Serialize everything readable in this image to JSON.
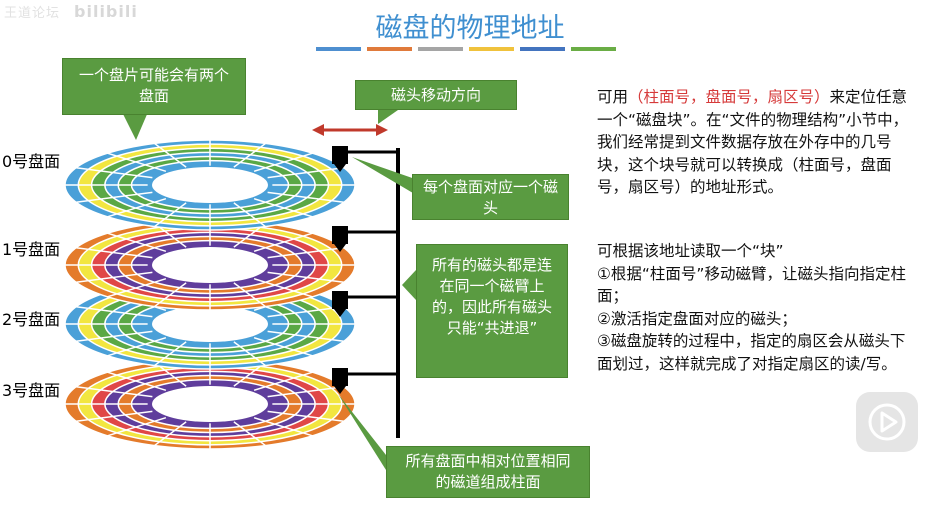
{
  "watermark": {
    "text": "王道论坛",
    "brand": "bilibili"
  },
  "title": "磁盘的物理地址",
  "title_bar_colors": [
    "#4e8fd0",
    "#e07a3b",
    "#a5a5a5",
    "#f0c23c",
    "#4374bf",
    "#6aad45"
  ],
  "callouts": {
    "two_sides": "一个盘片可能会有两个盘面",
    "move_dir": "磁头移动方向",
    "per_side_head": "每个盘面对应一个磁头",
    "arm": "所有的磁头都是连在同一个磁臂上的，因此所有磁头只能“共进退”",
    "cylinder": "所有盘面中相对位置相同的磁道组成柱面"
  },
  "platter_labels": [
    "0号盘面",
    "1号盘面",
    "2号盘面",
    "3号盘面"
  ],
  "paragraph1": {
    "pre": "可用",
    "red": "（柱面号，盘面号，扇区号）",
    "post": "来定位任意一个“磁盘块”。在“文件的物理结构”小节中，我们经常提到文件数据存放在外存中的几号块，这个块号就可以转换成（柱面号，盘面号，扇区号）的地址形式。"
  },
  "paragraph2": {
    "intro": "可根据该地址读取一个“块”",
    "step1": "①根据“柱面号”移动磁臂，让磁头指向指定柱面；",
    "step2": "②激活指定盘面对应的磁头；",
    "step3": "③磁盘旋转的过程中，指定的扇区会从磁头下面划过，这样就完成了对指定扇区的读/写。"
  },
  "colors": {
    "callout_green": "#5a9b41",
    "arrow_red": "#c0392b",
    "title_blue": "#3f8fd0",
    "text_red": "#d63a3a"
  },
  "platters": [
    {
      "name": "platter-0",
      "rings": [
        "#4aa0d8",
        "#f2e640",
        "#5aa845",
        "#4aa0d8",
        "#5aa845",
        "#4aa0d8"
      ]
    },
    {
      "name": "platter-1",
      "rings": [
        "#e47b2b",
        "#f2e640",
        "#e04747",
        "#5f3d9c",
        "#e47b2b",
        "#5f3d9c"
      ]
    },
    {
      "name": "platter-2",
      "rings": [
        "#4aa0d8",
        "#f2e640",
        "#5aa845",
        "#4aa0d8",
        "#5aa845",
        "#4aa0d8"
      ]
    },
    {
      "name": "platter-3",
      "rings": [
        "#e47b2b",
        "#f2e640",
        "#e04747",
        "#5f3d9c",
        "#e47b2b",
        "#5f3d9c"
      ]
    }
  ]
}
